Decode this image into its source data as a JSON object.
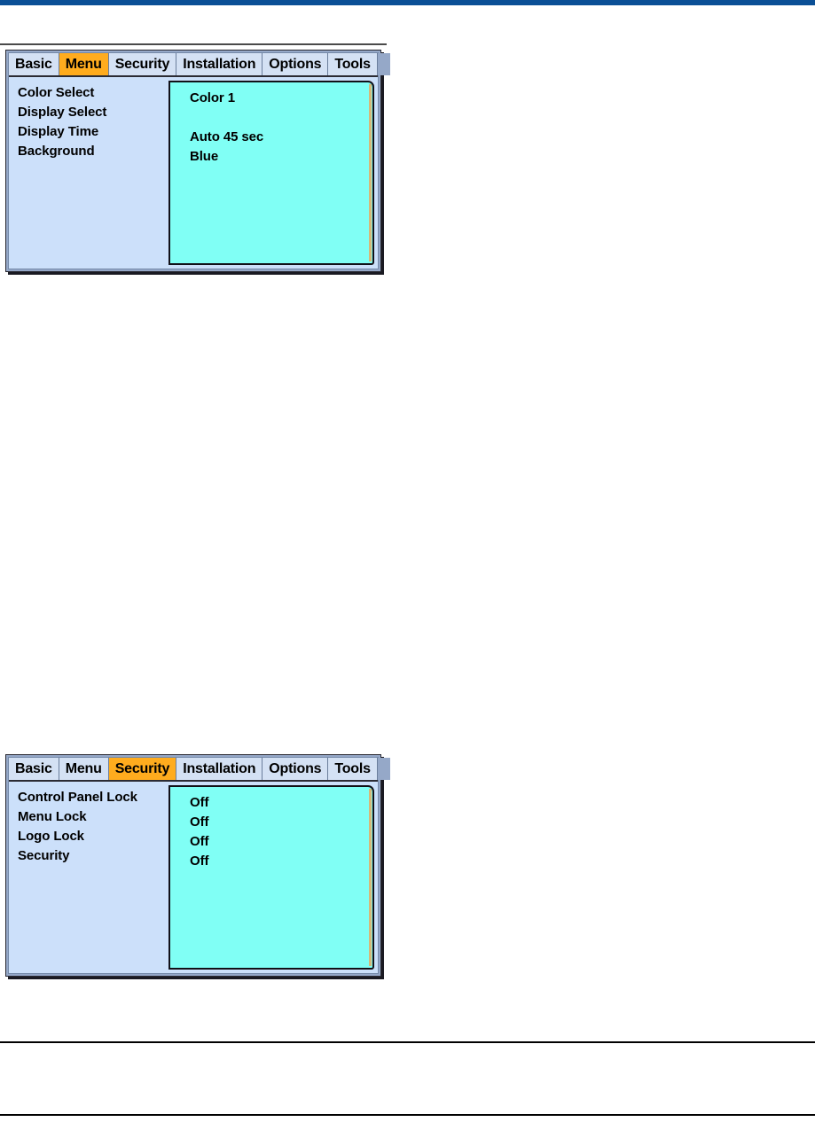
{
  "page": {
    "top_accent_color": "#0b4f96",
    "background_color": "#ffffff"
  },
  "theme": {
    "tab_inactive_bg": "#d4e1f4",
    "tab_active_bg": "#ffac1e",
    "window_frame": "#95a8c8",
    "left_pane_bg": "#cce0fa",
    "value_pane_bg": "#80fff5",
    "text_color": "#000000"
  },
  "panels": [
    {
      "name": "menu-panel",
      "tabs": [
        {
          "label": "Basic",
          "active": false
        },
        {
          "label": "Menu",
          "active": true
        },
        {
          "label": "Security",
          "active": false
        },
        {
          "label": "Installation",
          "active": false
        },
        {
          "label": "Options",
          "active": false
        },
        {
          "label": "Tools",
          "active": false
        }
      ],
      "rows": [
        {
          "label": "Color Select",
          "value": "Color 1"
        },
        {
          "label": "Display Select",
          "value": ""
        },
        {
          "label": "Display Time",
          "value": "Auto 45 sec"
        },
        {
          "label": "Background",
          "value": "Blue"
        }
      ]
    },
    {
      "name": "security-panel",
      "tabs": [
        {
          "label": "Basic",
          "active": false
        },
        {
          "label": "Menu",
          "active": false
        },
        {
          "label": "Security",
          "active": true
        },
        {
          "label": "Installation",
          "active": false
        },
        {
          "label": "Options",
          "active": false
        },
        {
          "label": "Tools",
          "active": false
        }
      ],
      "rows": [
        {
          "label": "Control Panel Lock",
          "value": "Off"
        },
        {
          "label": "Menu Lock",
          "value": "Off"
        },
        {
          "label": "Logo Lock",
          "value": "Off"
        },
        {
          "label": "Security",
          "value": "Off"
        }
      ]
    }
  ]
}
